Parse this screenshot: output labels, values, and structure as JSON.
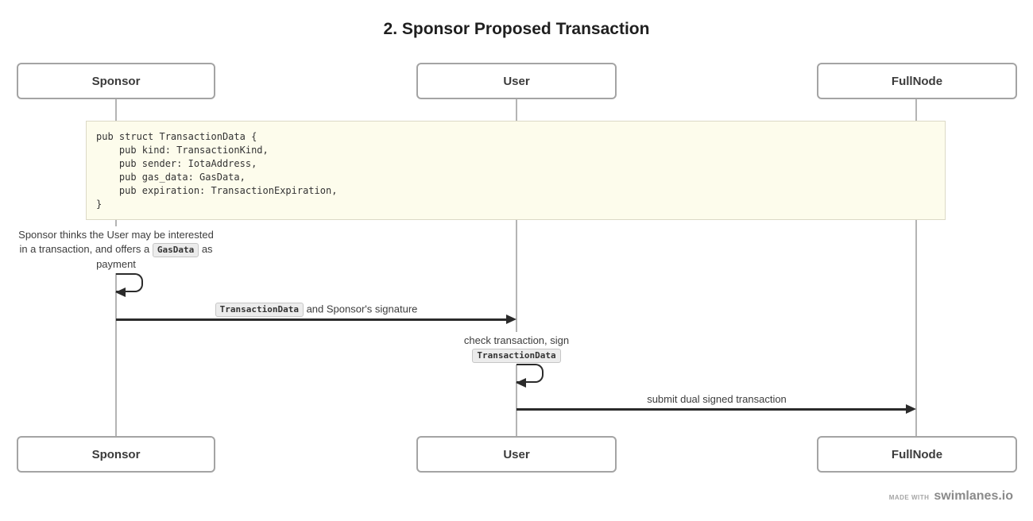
{
  "title": "2. Sponsor Proposed Transaction",
  "actors": {
    "sponsor": "Sponsor",
    "user": "User",
    "fullnode": "FullNode"
  },
  "code_block": {
    "lines": [
      "pub struct TransactionData {",
      "    pub kind: TransactionKind,",
      "    pub sender: IotaAddress,",
      "    pub gas_data: GasData,",
      "    pub expiration: TransactionExpiration,",
      "}"
    ]
  },
  "sponsor_note": {
    "line1": "Sponsor thinks the User may be interested",
    "line2_before": "in a transaction, and offers a ",
    "line2_code": "GasData",
    "line2_after": " as",
    "line3": "payment"
  },
  "message1": {
    "code": "TransactionData",
    "text": " and Sponsor's signature"
  },
  "user_note": {
    "line1": "check transaction, sign",
    "code": "TransactionData"
  },
  "message2": {
    "text": "submit dual signed transaction"
  },
  "footer": {
    "made_with": "MADE WITH",
    "brand": "swimlanes.io"
  },
  "colors": {
    "arrow": "#2b2b2b",
    "lifeline": "#b4b4b4",
    "box_border": "#a4a4a4",
    "code_block_bg": "#fdfcec",
    "inline_code_bg": "#ececec"
  }
}
